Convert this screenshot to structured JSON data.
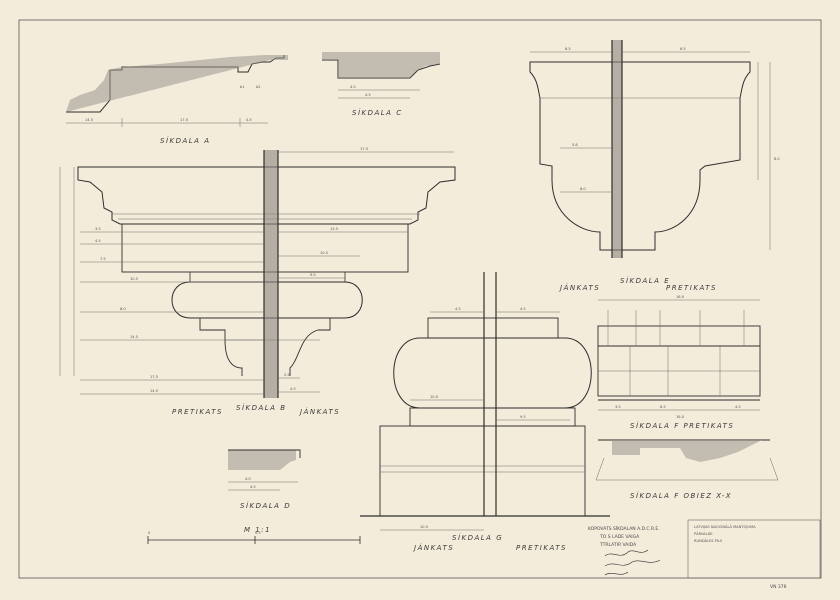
{
  "labels": {
    "a": "SÍKDALA A",
    "c": "SÍKDALA C",
    "b": "SÍKDALA B",
    "b_left": "PRETIKATS",
    "b_right": "JÁNKATS",
    "e": "SÍKDALA E",
    "e_left": "JÁNKATS",
    "e_right": "PRETIKATS",
    "f": "SÍKDALA F  PRETIKATS",
    "f2": "SÍKDALA F  OBIEZ X-X",
    "d": "SÍKDALA D",
    "g": "SÍKDALA G",
    "g_left": "JÁNKATS",
    "g_right": "PRETIKATS",
    "scale": "M 1:1"
  },
  "notes": [
    "KOPOVATS SÍKDALAN A.D.C.R.E.",
    "TO S LADE VAIGA",
    "TTRLATIR      VAIDA"
  ],
  "title_block": {
    "line1": "LATVIJAS NACIONĀLĀ MANTOJUMA",
    "line2": "PĀRVALDE",
    "line3": "RUNDĀLES PILS",
    "sheet_code": "VN 376"
  }
}
